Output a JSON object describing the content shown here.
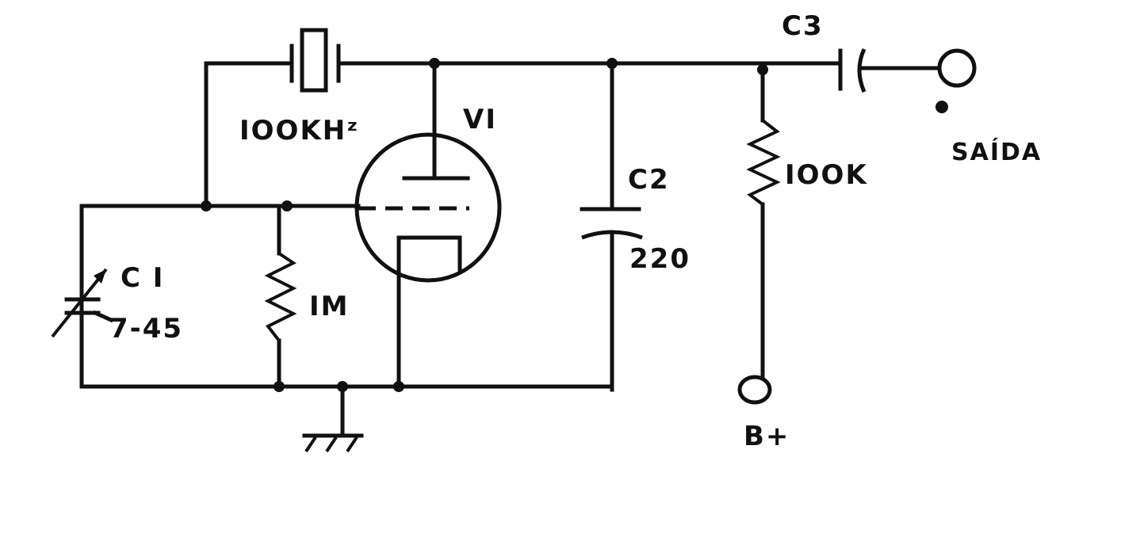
{
  "colors": {
    "ink": "#111111",
    "paper": "#ffffff"
  },
  "labels": {
    "crystal": "IOOKHᶻ",
    "tube": "VI",
    "c1_name": "C I",
    "c1_value": "7-45",
    "r1_value": "IM",
    "c2_name": "C2",
    "c2_value": "220",
    "r2_value": "IOOK",
    "c3_name": "C3",
    "output": "SAÍDA",
    "supply": "B+"
  },
  "icons": [
    "crystal-icon",
    "vacuum-tube-icon",
    "variable-capacitor-icon",
    "resistor-icon",
    "capacitor-icon",
    "ground-icon",
    "terminal-icon"
  ]
}
